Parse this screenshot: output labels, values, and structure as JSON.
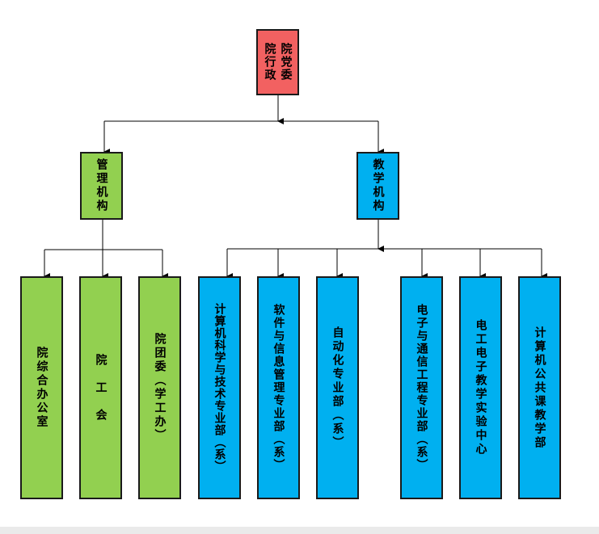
{
  "diagram": {
    "root": {
      "col1": "院党委",
      "col2": "院行政"
    },
    "mid": {
      "left": "管理机构",
      "right": "教学机构"
    },
    "leaves": [
      "院综合办公室",
      "院　工　会",
      "院团委（学工办）",
      "计算机科学与技术专业部（系）",
      "软件与信息管理专业部（系）",
      "自动化专业部（系）",
      "电子与通信工程专业部（系）",
      "电工电子教学实验中心",
      "计算机公共课教学部"
    ]
  },
  "colors": {
    "root": "#f26161",
    "management": "#92d050",
    "teaching": "#00b0f0",
    "line": "#000000"
  }
}
